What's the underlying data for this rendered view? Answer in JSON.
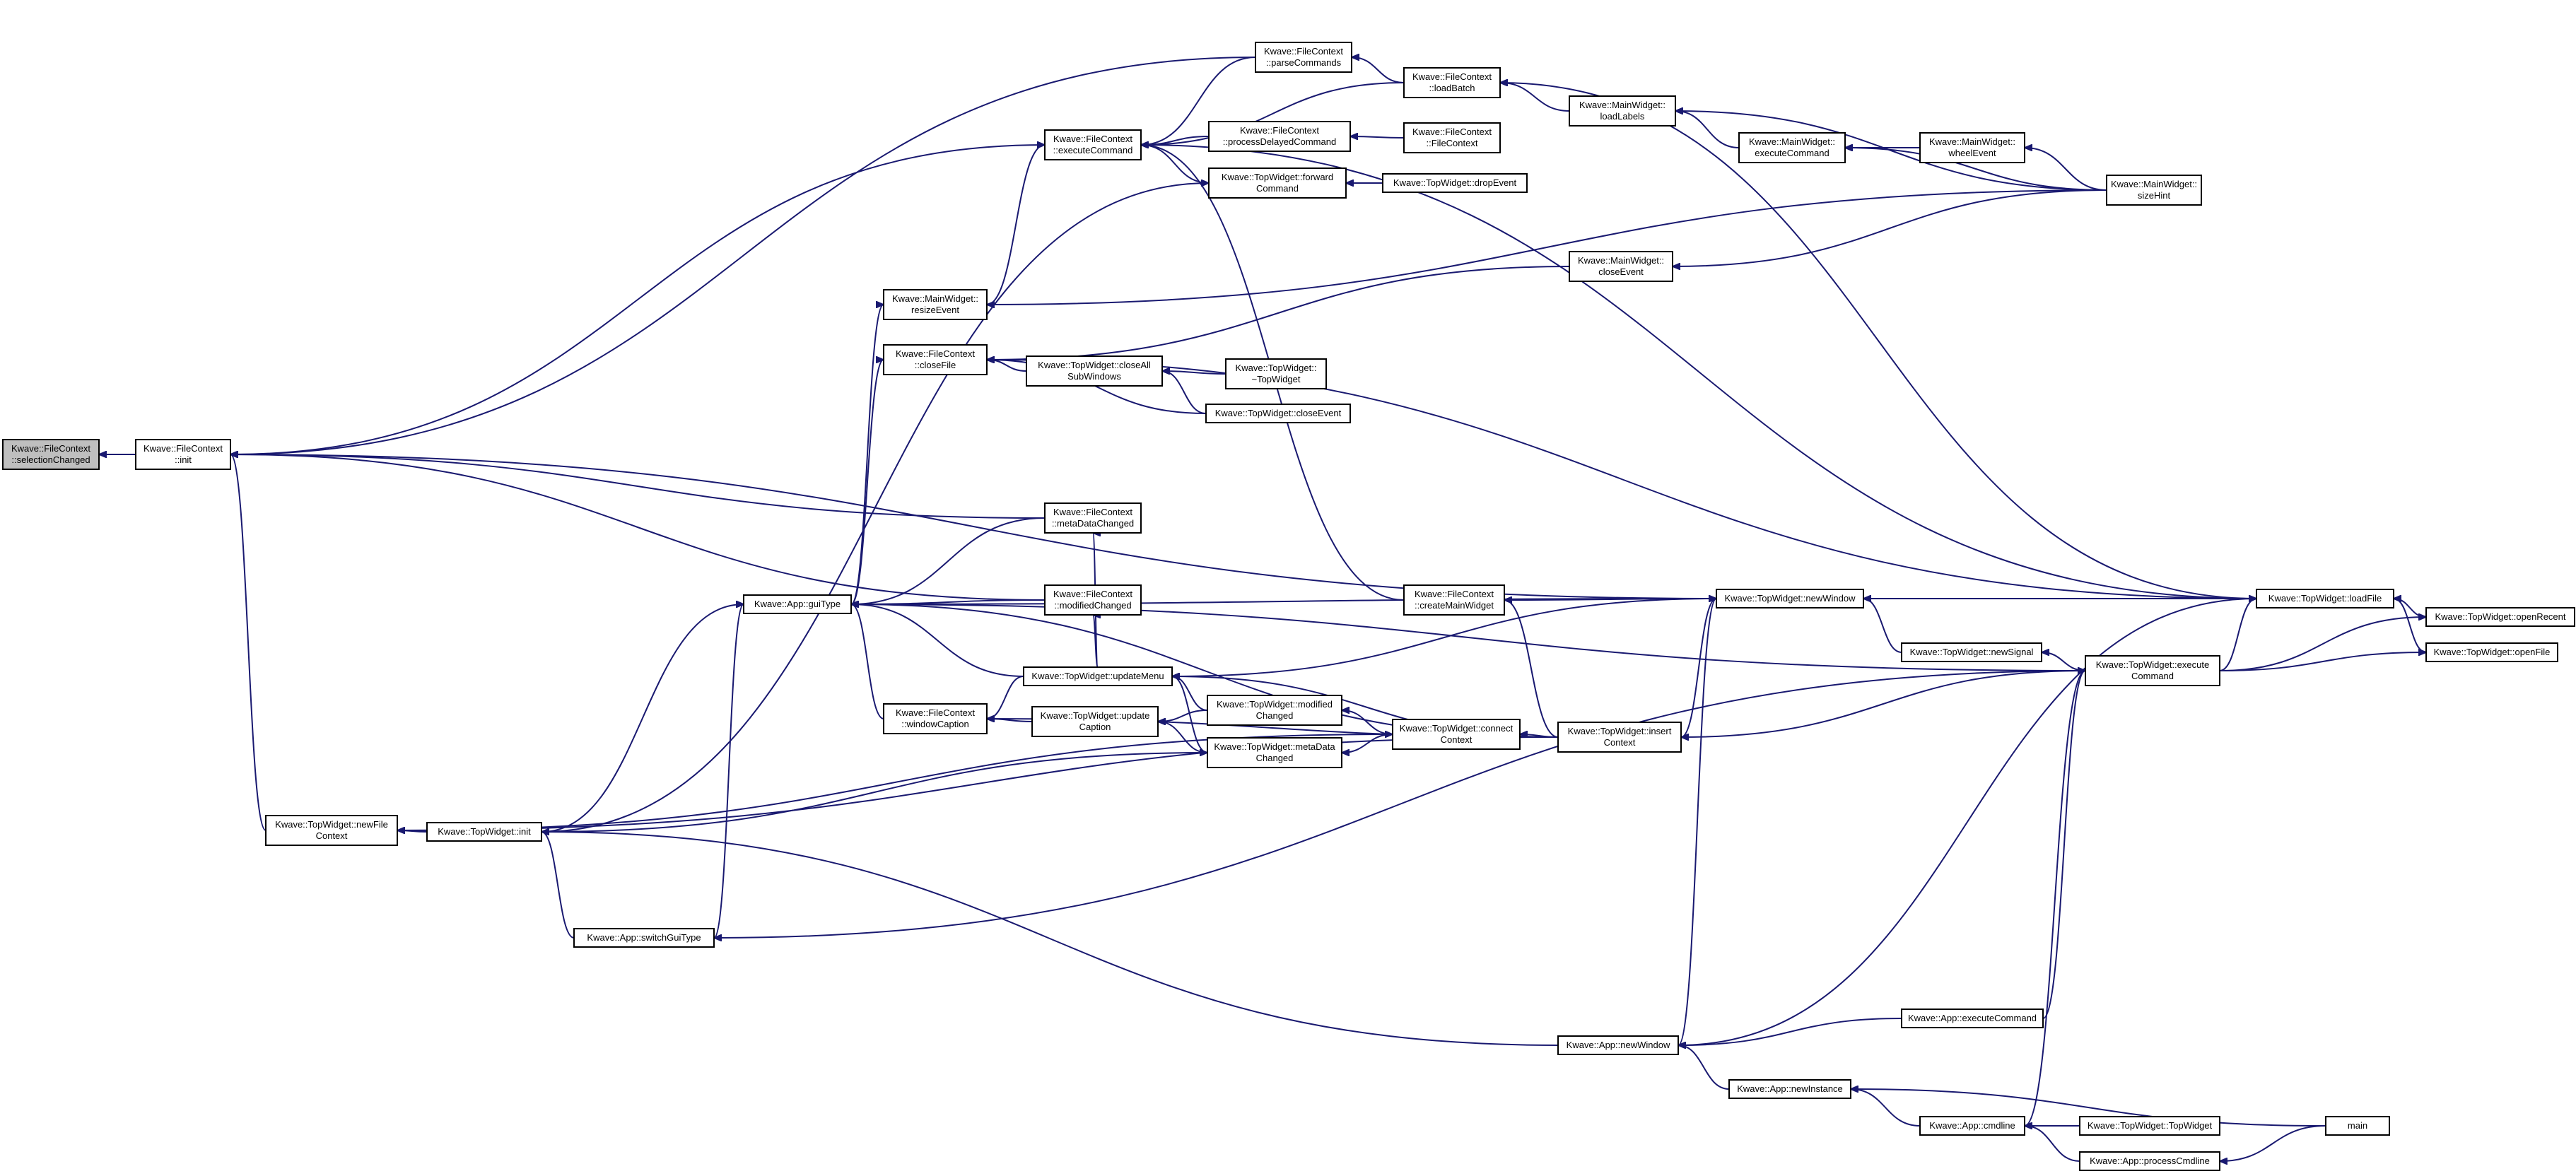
{
  "nodes": [
    {
      "id": "sel",
      "lines": [
        "Kwave::FileContext",
        "::selectionChanged"
      ],
      "highlight": true
    },
    {
      "id": "fc_init",
      "lines": [
        "Kwave::FileContext",
        "::init"
      ]
    },
    {
      "id": "fc_exec",
      "lines": [
        "Kwave::FileContext",
        "::executeCommand"
      ]
    },
    {
      "id": "fc_parse",
      "lines": [
        "Kwave::FileContext",
        "::parseCommands"
      ]
    },
    {
      "id": "fc_batch",
      "lines": [
        "Kwave::FileContext",
        "::loadBatch"
      ]
    },
    {
      "id": "fc_delayed",
      "lines": [
        "Kwave::FileContext",
        "::processDelayedCommand"
      ]
    },
    {
      "id": "fc_ctor",
      "lines": [
        "Kwave::FileContext",
        "::FileContext"
      ]
    },
    {
      "id": "tw_forward",
      "lines": [
        "Kwave::TopWidget::forward",
        "Command"
      ]
    },
    {
      "id": "tw_drop",
      "lines": [
        "Kwave::TopWidget::dropEvent"
      ]
    },
    {
      "id": "mw_labels",
      "lines": [
        "Kwave::MainWidget::",
        "loadLabels"
      ]
    },
    {
      "id": "mw_exec",
      "lines": [
        "Kwave::MainWidget::",
        "executeCommand"
      ]
    },
    {
      "id": "mw_wheel",
      "lines": [
        "Kwave::MainWidget::",
        "wheelEvent"
      ]
    },
    {
      "id": "mw_size",
      "lines": [
        "Kwave::MainWidget::",
        "sizeHint"
      ]
    },
    {
      "id": "mw_resize",
      "lines": [
        "Kwave::MainWidget::",
        "resizeEvent"
      ]
    },
    {
      "id": "mw_close",
      "lines": [
        "Kwave::MainWidget::",
        "closeEvent"
      ]
    },
    {
      "id": "fc_close",
      "lines": [
        "Kwave::FileContext",
        "::closeFile"
      ]
    },
    {
      "id": "tw_closeall",
      "lines": [
        "Kwave::TopWidget::closeAll",
        "SubWindows"
      ]
    },
    {
      "id": "tw_dtor",
      "lines": [
        "Kwave::TopWidget::",
        "~TopWidget"
      ]
    },
    {
      "id": "tw_closeev",
      "lines": [
        "Kwave::TopWidget::closeEvent"
      ]
    },
    {
      "id": "fc_meta",
      "lines": [
        "Kwave::FileContext",
        "::metaDataChanged"
      ]
    },
    {
      "id": "fc_mod",
      "lines": [
        "Kwave::FileContext",
        "::modifiedChanged"
      ]
    },
    {
      "id": "app_gui",
      "lines": [
        "Kwave::App::guiType"
      ]
    },
    {
      "id": "fc_cmw",
      "lines": [
        "Kwave::FileContext",
        "::createMainWidget"
      ]
    },
    {
      "id": "tw_newwin",
      "lines": [
        "Kwave::TopWidget::newWindow"
      ]
    },
    {
      "id": "tw_load",
      "lines": [
        "Kwave::TopWidget::loadFile"
      ]
    },
    {
      "id": "tw_recent",
      "lines": [
        "Kwave::TopWidget::openRecent"
      ]
    },
    {
      "id": "tw_open",
      "lines": [
        "Kwave::TopWidget::openFile"
      ]
    },
    {
      "id": "tw_signal",
      "lines": [
        "Kwave::TopWidget::newSignal"
      ]
    },
    {
      "id": "tw_exec",
      "lines": [
        "Kwave::TopWidget::execute",
        "Command"
      ]
    },
    {
      "id": "fc_caption",
      "lines": [
        "Kwave::FileContext",
        "::windowCaption"
      ]
    },
    {
      "id": "tw_menu",
      "lines": [
        "Kwave::TopWidget::updateMenu"
      ]
    },
    {
      "id": "tw_upcap",
      "lines": [
        "Kwave::TopWidget::update",
        "Caption"
      ]
    },
    {
      "id": "tw_modch",
      "lines": [
        "Kwave::TopWidget::modified",
        "Changed"
      ]
    },
    {
      "id": "tw_metach",
      "lines": [
        "Kwave::TopWidget::metaData",
        "Changed"
      ]
    },
    {
      "id": "tw_connect",
      "lines": [
        "Kwave::TopWidget::connect",
        "Context"
      ]
    },
    {
      "id": "tw_insert",
      "lines": [
        "Kwave::TopWidget::insert",
        "Context"
      ]
    },
    {
      "id": "tw_newfc",
      "lines": [
        "Kwave::TopWidget::newFile",
        "Context"
      ]
    },
    {
      "id": "tw_init",
      "lines": [
        "Kwave::TopWidget::init"
      ]
    },
    {
      "id": "app_switch",
      "lines": [
        "Kwave::App::switchGuiType"
      ]
    },
    {
      "id": "app_newwin",
      "lines": [
        "Kwave::App::newWindow"
      ]
    },
    {
      "id": "app_exec",
      "lines": [
        "Kwave::App::executeCommand"
      ]
    },
    {
      "id": "app_newinst",
      "lines": [
        "Kwave::App::newInstance"
      ]
    },
    {
      "id": "app_cmdline",
      "lines": [
        "Kwave::App::cmdline"
      ]
    },
    {
      "id": "tw_ctor",
      "lines": [
        "Kwave::TopWidget::TopWidget"
      ]
    },
    {
      "id": "app_proc",
      "lines": [
        "Kwave::App::processCmdline"
      ]
    },
    {
      "id": "main",
      "lines": [
        "main"
      ]
    }
  ],
  "edges": [
    [
      "fc_init",
      "sel"
    ],
    [
      "fc_exec",
      "fc_init"
    ],
    [
      "fc_parse",
      "fc_init"
    ],
    [
      "tw_newfc",
      "fc_init"
    ],
    [
      "fc_parse",
      "fc_exec"
    ],
    [
      "fc_batch",
      "fc_exec"
    ],
    [
      "fc_delayed",
      "fc_exec"
    ],
    [
      "tw_forward",
      "fc_exec"
    ],
    [
      "fc_cmw",
      "fc_exec"
    ],
    [
      "mw_resize",
      "fc_exec"
    ],
    [
      "tw_load",
      "fc_exec"
    ],
    [
      "fc_batch",
      "fc_parse"
    ],
    [
      "mw_labels",
      "fc_batch"
    ],
    [
      "tw_load",
      "fc_batch"
    ],
    [
      "fc_ctor",
      "fc_delayed"
    ],
    [
      "tw_drop",
      "tw_forward"
    ],
    [
      "tw_init",
      "tw_forward"
    ],
    [
      "mw_exec",
      "mw_labels"
    ],
    [
      "mw_size",
      "mw_labels"
    ],
    [
      "mw_wheel",
      "mw_exec"
    ],
    [
      "mw_size",
      "mw_exec"
    ],
    [
      "mw_size",
      "mw_wheel"
    ],
    [
      "mw_size",
      "mw_resize"
    ],
    [
      "mw_close",
      "fc_close"
    ],
    [
      "mw_size",
      "mw_close"
    ],
    [
      "tw_closeall",
      "fc_close"
    ],
    [
      "tw_closeev",
      "fc_close"
    ],
    [
      "tw_load",
      "fc_close"
    ],
    [
      "tw_dtor",
      "tw_closeall"
    ],
    [
      "tw_closeev",
      "tw_closeall"
    ],
    [
      "app_gui",
      "fc_close"
    ],
    [
      "app_gui",
      "mw_resize"
    ],
    [
      "fc_meta",
      "fc_init"
    ],
    [
      "fc_mod",
      "fc_init"
    ],
    [
      "fc_meta",
      "app_gui"
    ],
    [
      "fc_mod",
      "app_gui"
    ],
    [
      "tw_newwin",
      "app_gui"
    ],
    [
      "app_switch",
      "app_gui"
    ],
    [
      "fc_caption",
      "app_gui"
    ],
    [
      "tw_menu",
      "app_gui"
    ],
    [
      "tw_insert",
      "app_gui"
    ],
    [
      "tw_exec",
      "app_gui"
    ],
    [
      "tw_init",
      "app_gui"
    ],
    [
      "tw_newwin",
      "fc_init"
    ],
    [
      "tw_newwin",
      "fc_cmw"
    ],
    [
      "tw_insert",
      "fc_cmw"
    ],
    [
      "tw_load",
      "tw_newwin"
    ],
    [
      "tw_signal",
      "tw_newwin"
    ],
    [
      "tw_insert",
      "tw_newwin"
    ],
    [
      "app_newwin",
      "tw_newwin"
    ],
    [
      "tw_recent",
      "tw_load"
    ],
    [
      "tw_open",
      "tw_load"
    ],
    [
      "tw_exec",
      "tw_load"
    ],
    [
      "app_newwin",
      "tw_load"
    ],
    [
      "tw_exec",
      "tw_recent"
    ],
    [
      "tw_exec",
      "tw_open"
    ],
    [
      "tw_exec",
      "tw_signal"
    ],
    [
      "tw_menu",
      "fc_meta"
    ],
    [
      "tw_menu",
      "fc_mod"
    ],
    [
      "tw_upcap",
      "fc_caption"
    ],
    [
      "tw_menu",
      "fc_caption"
    ],
    [
      "tw_insert",
      "fc_caption"
    ],
    [
      "tw_modch",
      "tw_upcap"
    ],
    [
      "tw_metach",
      "tw_upcap"
    ],
    [
      "tw_modch",
      "tw_menu"
    ],
    [
      "tw_metach",
      "tw_menu"
    ],
    [
      "tw_insert",
      "tw_menu"
    ],
    [
      "tw_newwin",
      "tw_menu"
    ],
    [
      "tw_connect",
      "tw_modch"
    ],
    [
      "tw_connect",
      "tw_metach"
    ],
    [
      "tw_insert",
      "tw_connect"
    ],
    [
      "tw_init",
      "tw_newfc"
    ],
    [
      "tw_insert",
      "tw_newfc"
    ],
    [
      "tw_newfc",
      "tw_connect"
    ],
    [
      "app_switch",
      "tw_init"
    ],
    [
      "app_newwin",
      "tw_init"
    ],
    [
      "tw_init",
      "tw_metach"
    ],
    [
      "tw_exec",
      "tw_insert"
    ],
    [
      "tw_exec",
      "app_switch"
    ],
    [
      "app_exec",
      "app_newwin"
    ],
    [
      "app_newinst",
      "app_newwin"
    ],
    [
      "app_exec",
      "tw_exec"
    ],
    [
      "app_cmdline",
      "app_newinst"
    ],
    [
      "main",
      "app_newinst"
    ],
    [
      "tw_ctor",
      "app_cmdline"
    ],
    [
      "app_proc",
      "app_cmdline"
    ],
    [
      "main",
      "app_proc"
    ],
    [
      "app_cmdline",
      "tw_exec"
    ]
  ]
}
